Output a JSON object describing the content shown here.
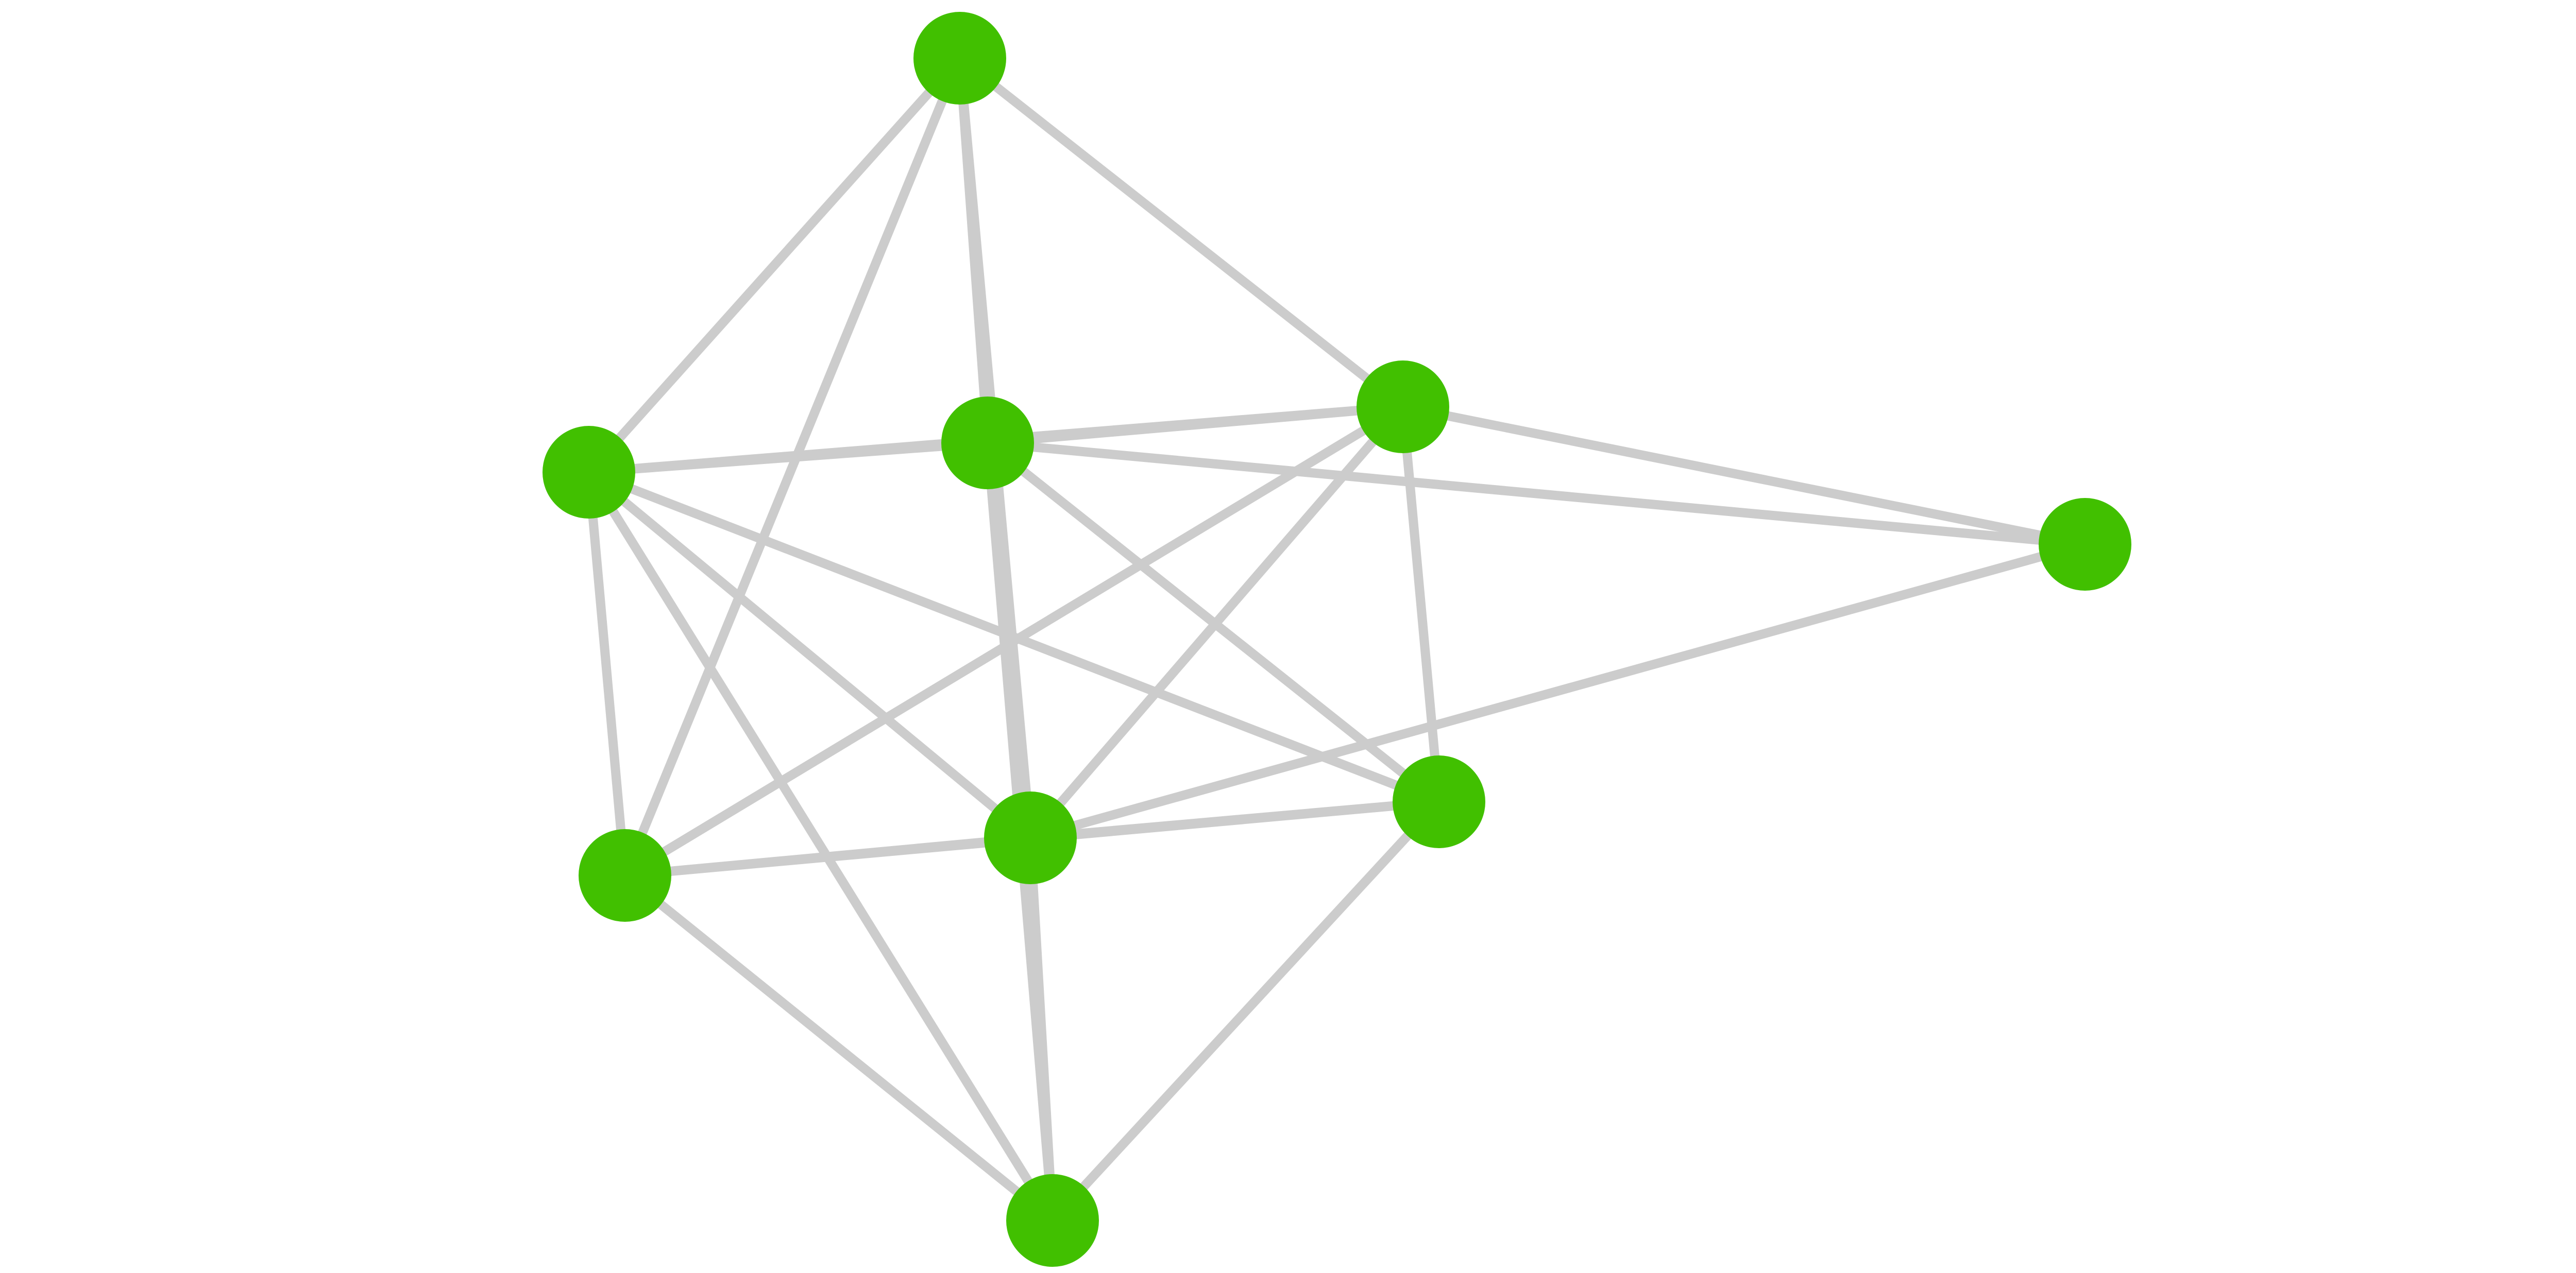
{
  "graph": {
    "colors": {
      "background": "#ffffff",
      "node_fill": "#41c000",
      "edge_stroke": "#cccccc"
    },
    "nodes": [
      {
        "id": "n1"
      },
      {
        "id": "n2"
      },
      {
        "id": "n3"
      },
      {
        "id": "n4"
      },
      {
        "id": "n5"
      },
      {
        "id": "n6"
      },
      {
        "id": "n7"
      },
      {
        "id": "n8"
      },
      {
        "id": "n9"
      }
    ],
    "edges": [
      {
        "source": "n1",
        "target": "n2"
      },
      {
        "source": "n1",
        "target": "n3"
      },
      {
        "source": "n1",
        "target": "n4"
      },
      {
        "source": "n1",
        "target": "n6"
      },
      {
        "source": "n1",
        "target": "n7"
      },
      {
        "source": "n1",
        "target": "n9"
      },
      {
        "source": "n2",
        "target": "n3"
      },
      {
        "source": "n2",
        "target": "n4"
      },
      {
        "source": "n2",
        "target": "n6"
      },
      {
        "source": "n2",
        "target": "n7"
      },
      {
        "source": "n2",
        "target": "n8"
      },
      {
        "source": "n2",
        "target": "n9"
      },
      {
        "source": "n3",
        "target": "n4"
      },
      {
        "source": "n3",
        "target": "n5"
      },
      {
        "source": "n3",
        "target": "n7"
      },
      {
        "source": "n3",
        "target": "n8"
      },
      {
        "source": "n3",
        "target": "n9"
      },
      {
        "source": "n4",
        "target": "n5"
      },
      {
        "source": "n4",
        "target": "n6"
      },
      {
        "source": "n4",
        "target": "n7"
      },
      {
        "source": "n4",
        "target": "n8"
      },
      {
        "source": "n5",
        "target": "n7"
      },
      {
        "source": "n6",
        "target": "n7"
      },
      {
        "source": "n6",
        "target": "n8"
      },
      {
        "source": "n6",
        "target": "n9"
      },
      {
        "source": "n7",
        "target": "n8"
      },
      {
        "source": "n7",
        "target": "n9"
      },
      {
        "source": "n8",
        "target": "n9"
      }
    ]
  }
}
